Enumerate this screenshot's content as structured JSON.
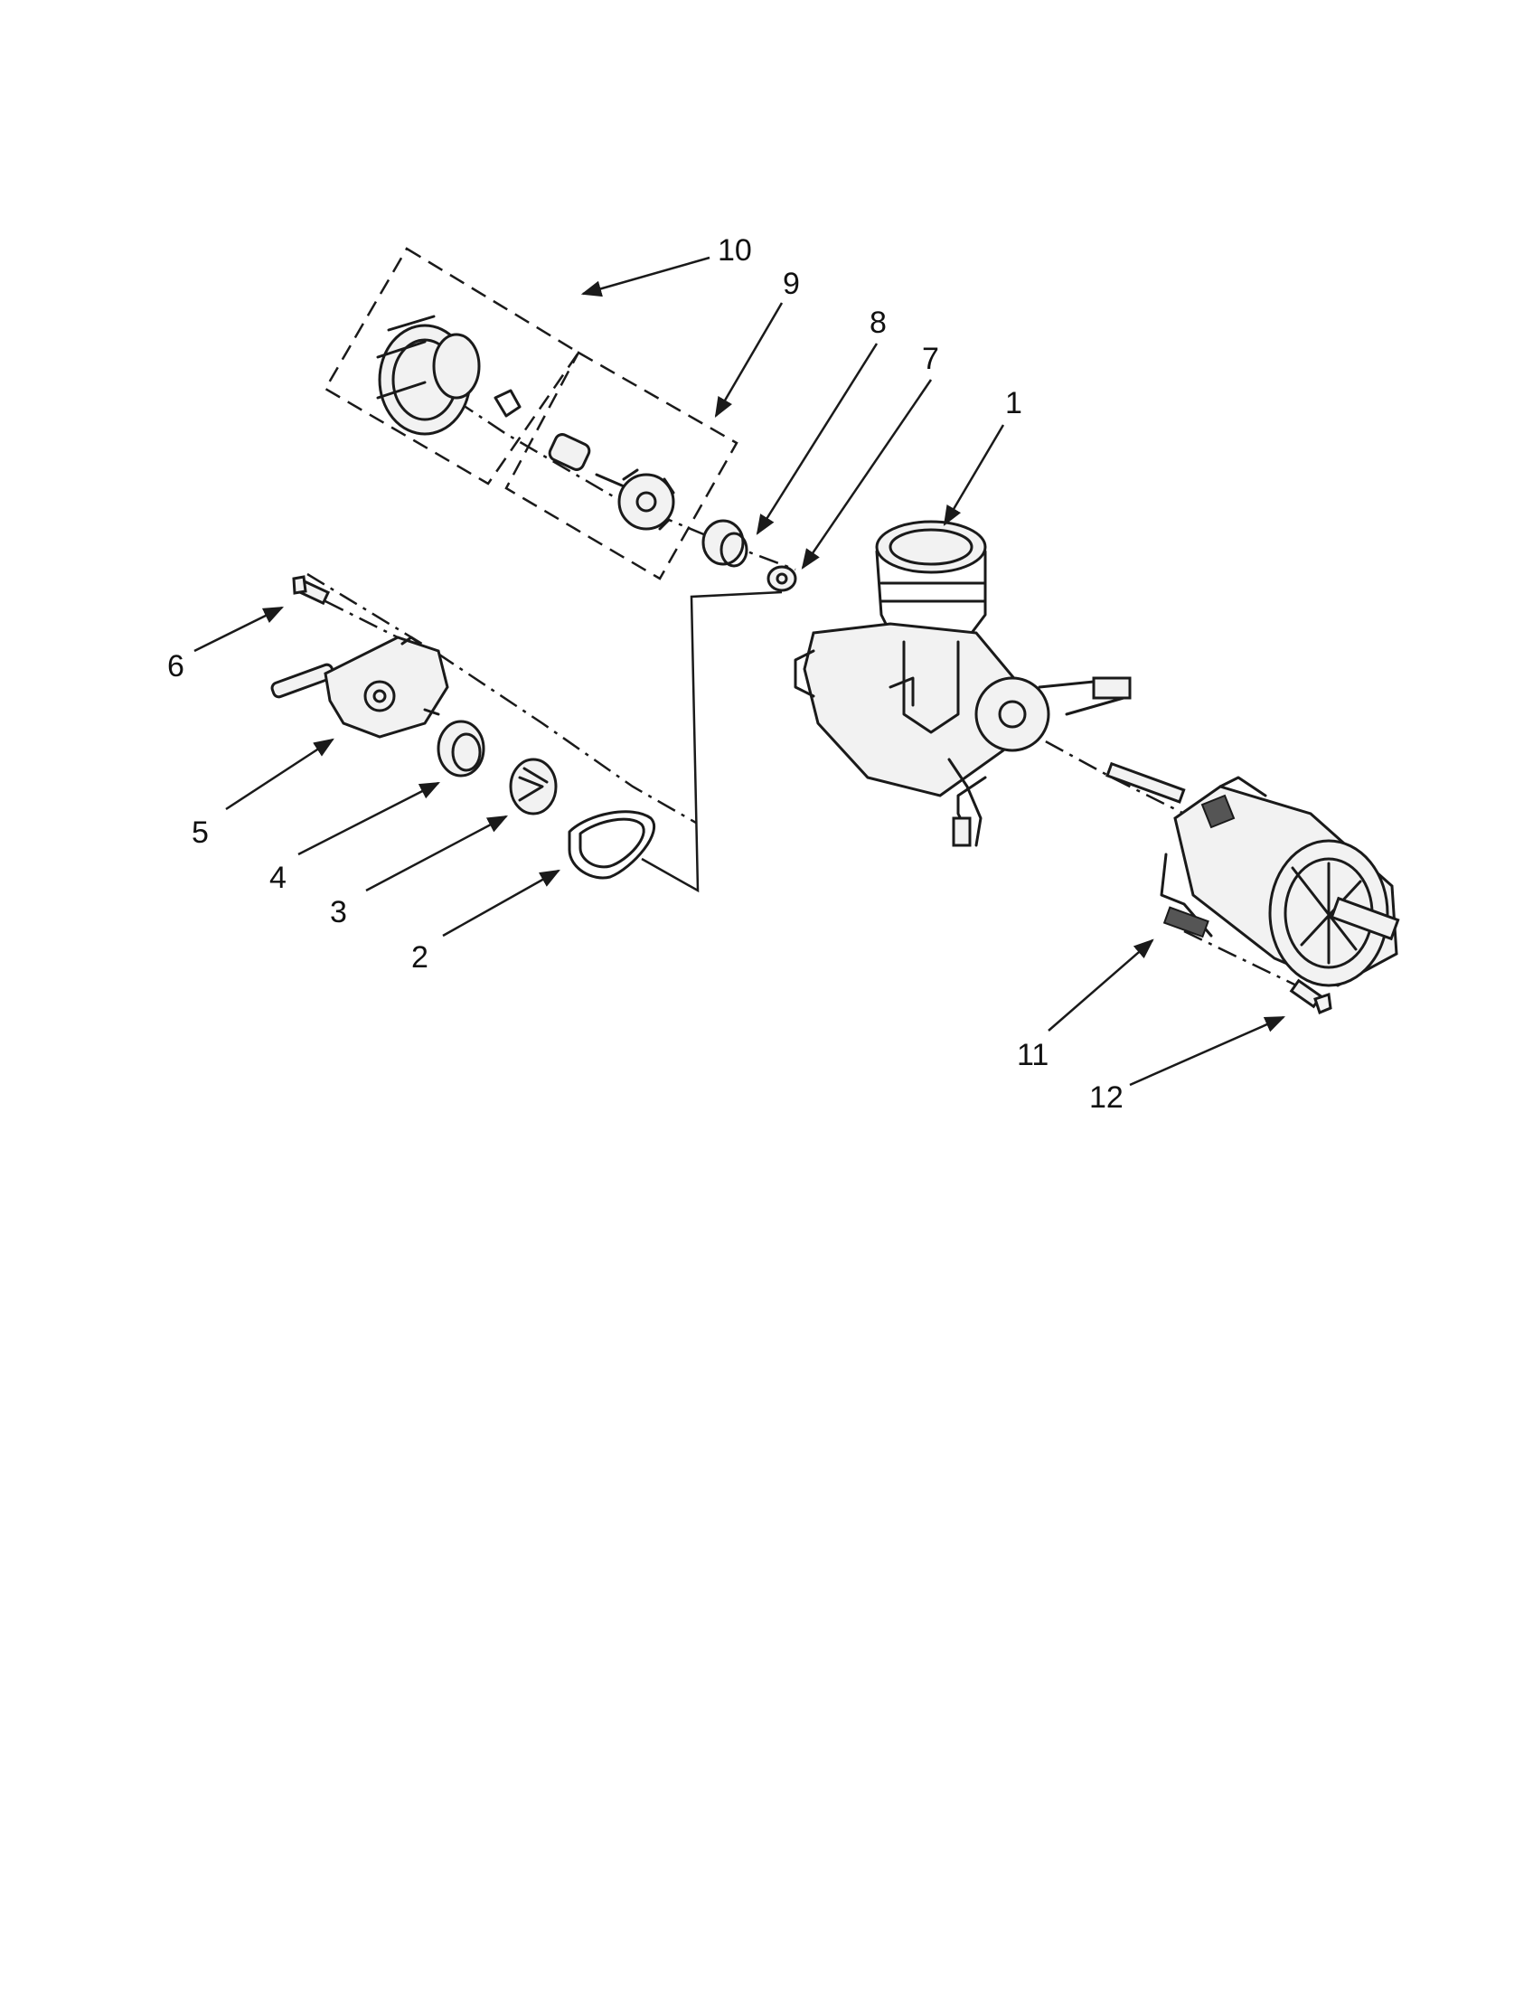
{
  "callouts": [
    {
      "id": "1",
      "text": "1"
    },
    {
      "id": "2",
      "text": "2"
    },
    {
      "id": "3",
      "text": "3"
    },
    {
      "id": "4",
      "text": "4"
    },
    {
      "id": "5",
      "text": "5"
    },
    {
      "id": "6",
      "text": "6"
    },
    {
      "id": "7",
      "text": "7"
    },
    {
      "id": "8",
      "text": "8"
    },
    {
      "id": "9",
      "text": "9"
    },
    {
      "id": "10",
      "text": "10"
    },
    {
      "id": "11",
      "text": "11"
    },
    {
      "id": "12",
      "text": "12"
    }
  ]
}
